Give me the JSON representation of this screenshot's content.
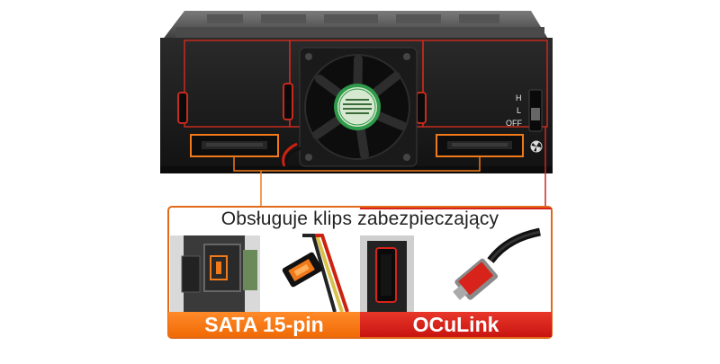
{
  "device": {
    "switch_labels": [
      "H",
      "L",
      "OFF"
    ],
    "colors": {
      "sata_accent": "#f07a1a",
      "oculink_accent": "#d8231a",
      "chassis": "#1c1c1c"
    }
  },
  "callout": {
    "caption": "Obsługuje klips zabezpieczający",
    "sata_label": "SATA 15-pin",
    "oculink_label": "OCuLink"
  },
  "icons": [
    "fan-icon",
    "fan-symbol-icon"
  ]
}
